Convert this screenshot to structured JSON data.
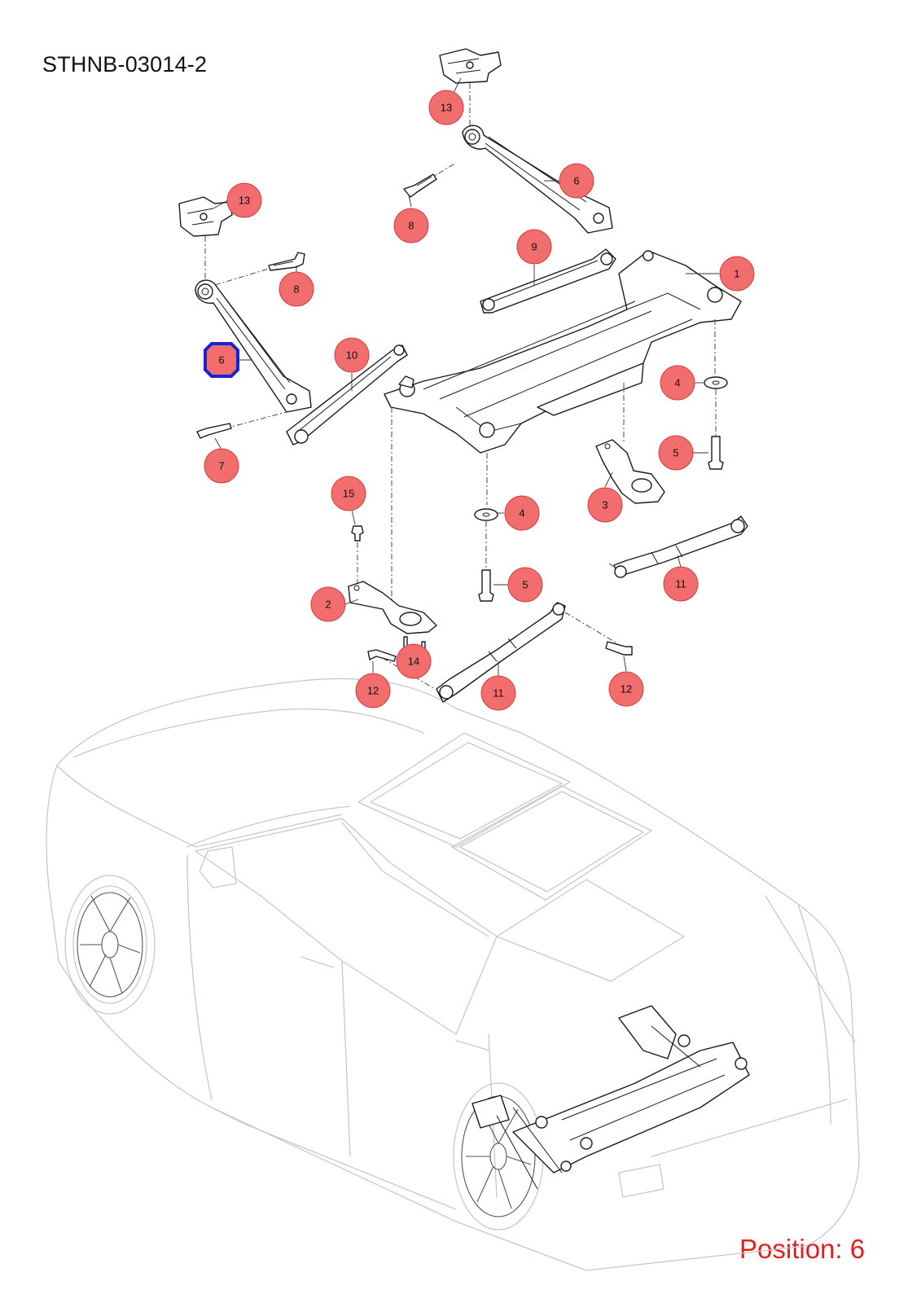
{
  "document": {
    "code": "STHNB-03014-2",
    "position_label": "Position: 6"
  },
  "callouts": [
    {
      "id": "c13a",
      "label": "13"
    },
    {
      "id": "c6a",
      "label": "6"
    },
    {
      "id": "c8a",
      "label": "8"
    },
    {
      "id": "c13b",
      "label": "13"
    },
    {
      "id": "c8b",
      "label": "8"
    },
    {
      "id": "c9",
      "label": "9"
    },
    {
      "id": "c1",
      "label": "1"
    },
    {
      "id": "c6b",
      "label": "6",
      "highlighted": true
    },
    {
      "id": "c10",
      "label": "10"
    },
    {
      "id": "c4a",
      "label": "4"
    },
    {
      "id": "c7",
      "label": "7"
    },
    {
      "id": "c5a",
      "label": "5"
    },
    {
      "id": "c3",
      "label": "3"
    },
    {
      "id": "c15",
      "label": "15"
    },
    {
      "id": "c4b",
      "label": "4"
    },
    {
      "id": "c11a",
      "label": "11"
    },
    {
      "id": "c5b",
      "label": "5"
    },
    {
      "id": "c2",
      "label": "2"
    },
    {
      "id": "c14",
      "label": "14"
    },
    {
      "id": "c12a",
      "label": "12"
    },
    {
      "id": "c11b",
      "label": "11"
    },
    {
      "id": "c12b",
      "label": "12"
    }
  ],
  "colors": {
    "callout_fill": "#f26d6d",
    "callout_stroke": "#d23c3c",
    "highlight_stroke": "#1a22d8",
    "position_text": "#e41e1e"
  }
}
